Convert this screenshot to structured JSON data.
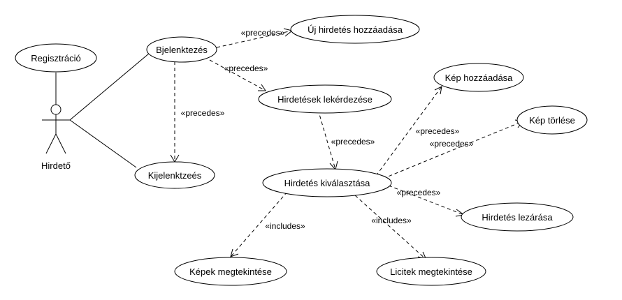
{
  "actor": {
    "name": "Hirdető"
  },
  "use_cases": {
    "registration": "Regisztráció",
    "login": "Bjelenktezés",
    "logout": "Kijelenktzeés",
    "new_ad": "Új hirdetés hozzáadása",
    "query_ads": "Hirdetések lekérdezése",
    "select_ad": "Hirdetés kiválasztása",
    "add_image": "Kép hozzáadása",
    "delete_image": "Kép törlése",
    "close_ad": "Hirdetés lezárása",
    "view_images": "Képek megtekintése",
    "view_bids": "Licitek megtekintése"
  },
  "relations": {
    "login_new_ad": "«precedes»",
    "login_query": "«precedes»",
    "login_logout": "«precedes»",
    "query_select": "«precedes»",
    "select_add_image": "«precedes»",
    "select_delete_image": "«precedes»",
    "select_close": "«precedes»",
    "select_view_images": "«includes»",
    "select_view_bids": "«includes»"
  }
}
